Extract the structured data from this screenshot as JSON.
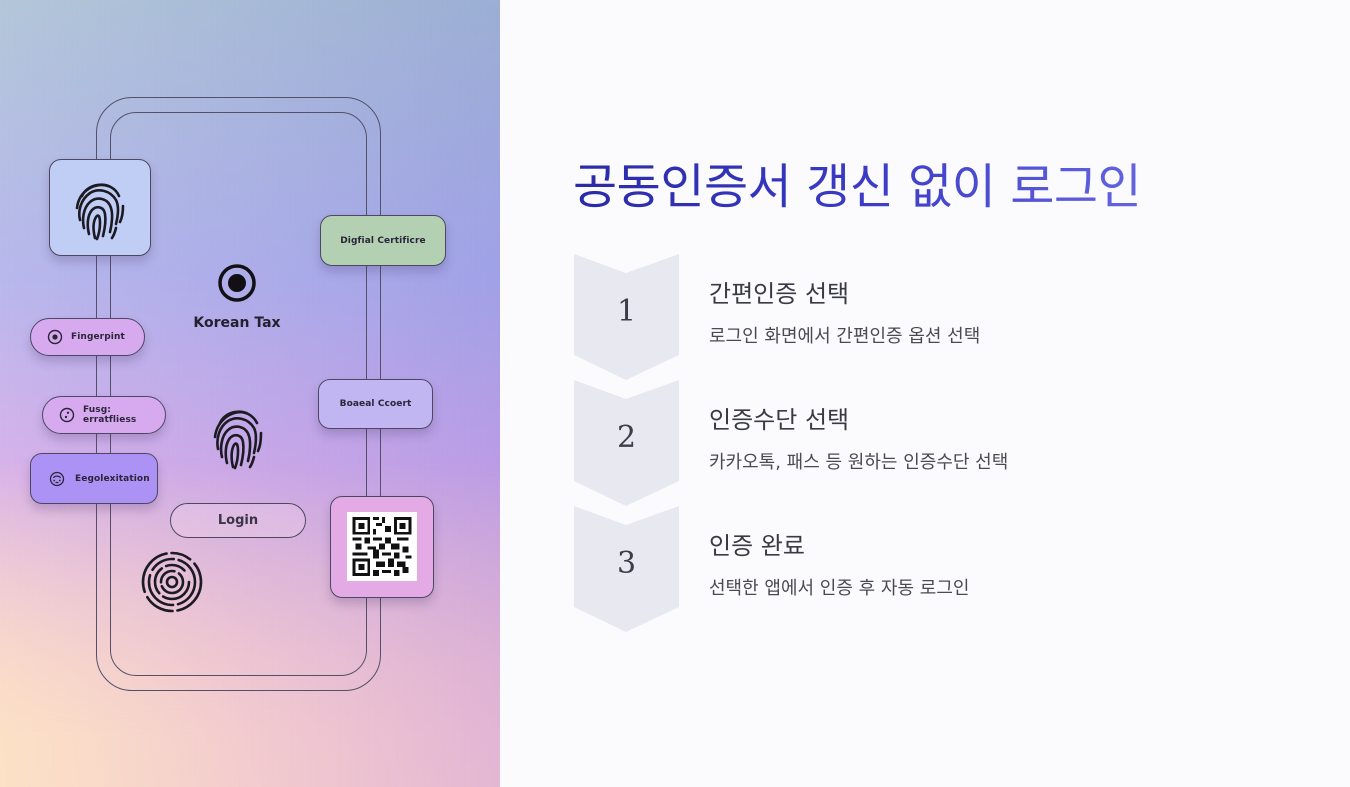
{
  "slide": {
    "title": "공동인증서 갱신 없이 로그인",
    "title_gradient": [
      "#2a2aa8",
      "#6464e2"
    ],
    "background": "#fbfbfe"
  },
  "illustration": {
    "brand_name": "Korean Tax",
    "login_label": "Login",
    "cards": {
      "digital_certificate": "Digfial Certificre",
      "boaeal_ccoert": "Boaeal Ccoert",
      "fingerpint": "Fingerpint",
      "fingerrotfliess": "Fusg: erratfliess",
      "eggolexitation": "Eegolexitation"
    },
    "icons": [
      "fingerprint-icon",
      "target-icon",
      "radio-dot-icon",
      "face-dots-icon",
      "face-smile-icon",
      "qr-code-icon",
      "circular-fingerprint-icon"
    ],
    "colors": {
      "gradient_top_left": "#b6c8d8",
      "gradient_top_right": "#a2a8f0",
      "gradient_bottom_left": "#fbe0c4",
      "gradient_bottom_right": "#ecb8d8",
      "digital_card": "#b3d0b2",
      "boaeal_card": "#c2b6f2",
      "qr_card": "#e3aae6",
      "pill": "#d7aaef",
      "eggo_card": "#ad92f6",
      "fp_tile": "#c0cdf4"
    }
  },
  "steps": [
    {
      "number": "1",
      "title": "간편인증 선택",
      "description": "로그인 화면에서 간편인증 옵션 선택"
    },
    {
      "number": "2",
      "title": "인증수단 선택",
      "description": "카카오톡, 패스 등 원하는 인증수단 선택"
    },
    {
      "number": "3",
      "title": "인증 완료",
      "description": "선택한 앱에서 인증 후 자동 로그인"
    }
  ],
  "chevron_color": "#e8e8f0"
}
